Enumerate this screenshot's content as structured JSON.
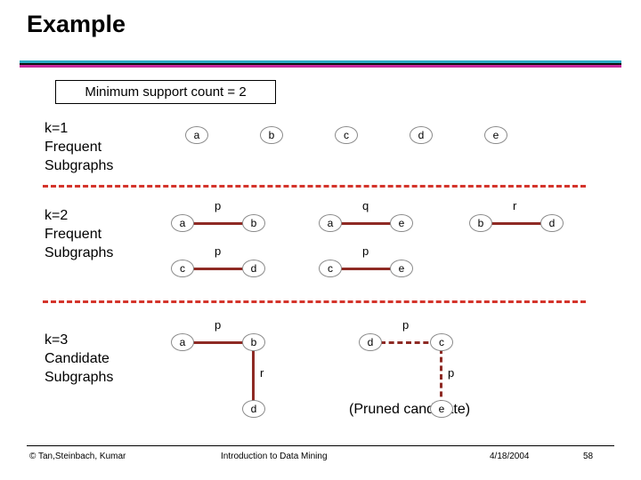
{
  "slide": {
    "title": "Example",
    "minimum_support": "Minimum support count = 2",
    "pruned_caption": "(Pruned candidate)"
  },
  "rows": {
    "k1": "k=1\nFrequent\nSubgraphs",
    "k2": "k=2\nFrequent\nSubgraphs",
    "k3": "k=3\nCandidate\nSubgraphs"
  },
  "k1_nodes": [
    "a",
    "b",
    "c",
    "d",
    "e"
  ],
  "k2_graphs": [
    {
      "left": "a",
      "right": "b",
      "edge": "p"
    },
    {
      "left": "a",
      "right": "e",
      "edge": "q"
    },
    {
      "left": "b",
      "right": "d",
      "edge": "r"
    },
    {
      "left": "c",
      "right": "d",
      "edge": "p"
    },
    {
      "left": "c",
      "right": "e",
      "edge": "p"
    }
  ],
  "k3_graphs": [
    {
      "nodes": {
        "top_left": "a",
        "top_right": "b",
        "bottom": "d"
      },
      "edges": {
        "horizontal": "p",
        "vertical": "r"
      },
      "pruned": false
    },
    {
      "nodes": {
        "top_left": "d",
        "top_right": "c",
        "bottom": "e"
      },
      "edges": {
        "horizontal": "p",
        "vertical": "p"
      },
      "pruned": true
    }
  ],
  "footer": {
    "author": "© Tan,Steinbach, Kumar",
    "book": "Introduction to Data Mining",
    "date": "4/18/2004",
    "page": "58"
  },
  "colors": {
    "rule_teal": "#2aa9c4",
    "rule_pink": "#c7279c",
    "separator_red": "#d4342b",
    "edge_dark_red": "#8e2a24",
    "node_border": "#8a8a8a"
  }
}
